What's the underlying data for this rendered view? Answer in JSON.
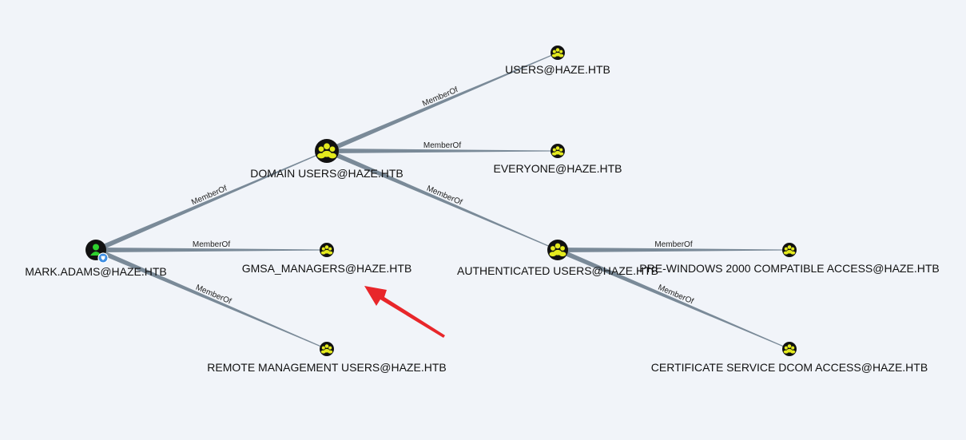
{
  "graph": {
    "edge_color": "#7a8a98",
    "group_icon_color": "#e4ea1e",
    "node_color": "#111111",
    "user_icon_color": "#2ed12e",
    "badge_color": "#3d8ee3",
    "nodes": [
      {
        "id": "mark",
        "label": "MARK.ADAMS@HAZE.HTB",
        "type": "user",
        "icon": "user-icon",
        "badge": "shield-badge-icon"
      },
      {
        "id": "domain_users",
        "label": "DOMAIN USERS@HAZE.HTB",
        "type": "group",
        "icon": "group-icon"
      },
      {
        "id": "gmsa",
        "label": "GMSA_MANAGERS@HAZE.HTB",
        "type": "group",
        "icon": "group-icon"
      },
      {
        "id": "remote",
        "label": "REMOTE MANAGEMENT USERS@HAZE.HTB",
        "type": "group",
        "icon": "group-icon"
      },
      {
        "id": "users",
        "label": "USERS@HAZE.HTB",
        "type": "group",
        "icon": "group-icon"
      },
      {
        "id": "everyone",
        "label": "EVERYONE@HAZE.HTB",
        "type": "group",
        "icon": "group-icon"
      },
      {
        "id": "auth_users",
        "label": "AUTHENTICATED USERS@HAZE.HTB",
        "type": "group",
        "icon": "group-icon"
      },
      {
        "id": "pre_win",
        "label": "PRE-WINDOWS 2000 COMPATIBLE ACCESS@HAZE.HTB",
        "type": "group",
        "icon": "group-icon"
      },
      {
        "id": "cert",
        "label": "CERTIFICATE SERVICE DCOM ACCESS@HAZE.HTB",
        "type": "group",
        "icon": "group-icon"
      }
    ],
    "edges": [
      {
        "from": "mark",
        "to": "domain_users",
        "label": "MemberOf"
      },
      {
        "from": "mark",
        "to": "gmsa",
        "label": "MemberOf"
      },
      {
        "from": "mark",
        "to": "remote",
        "label": "MemberOf"
      },
      {
        "from": "domain_users",
        "to": "users",
        "label": "MemberOf"
      },
      {
        "from": "domain_users",
        "to": "everyone",
        "label": "MemberOf"
      },
      {
        "from": "domain_users",
        "to": "auth_users",
        "label": "MemberOf"
      },
      {
        "from": "auth_users",
        "to": "pre_win",
        "label": "MemberOf"
      },
      {
        "from": "auth_users",
        "to": "cert",
        "label": "MemberOf"
      }
    ]
  },
  "annotation": {
    "icon": "red-arrow-icon",
    "color": "#e8262a"
  }
}
